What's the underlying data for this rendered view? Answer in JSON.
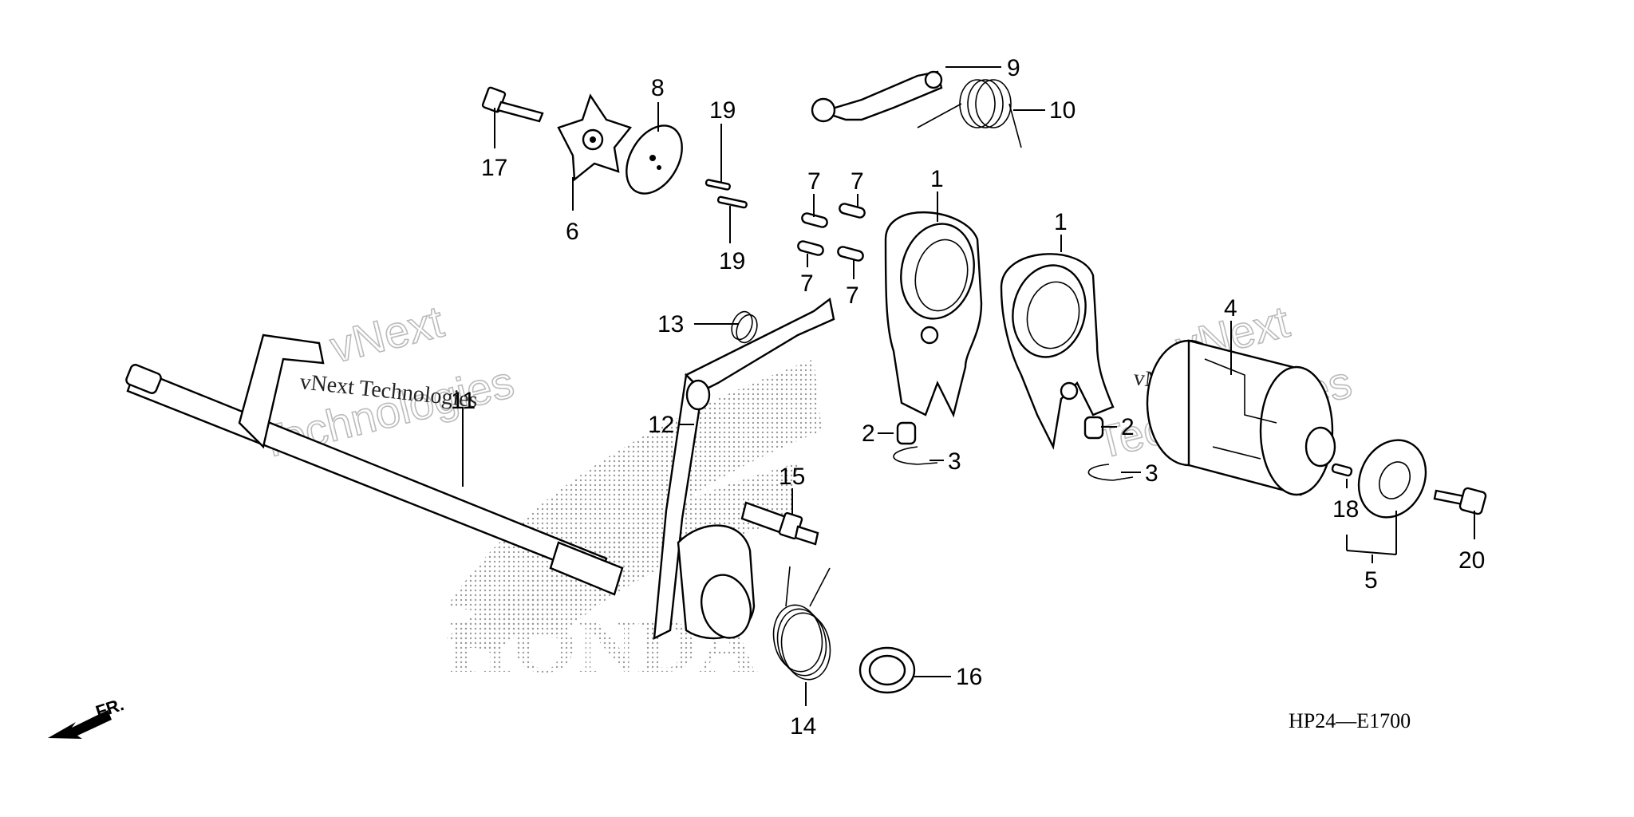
{
  "diagram_code": "HP24—E1700",
  "direction_label": "FR.",
  "brand_mark": "HONDA",
  "watermark": {
    "small": "vNext Technologies",
    "big_line1": "vNext",
    "big_line2": "Technologies"
  },
  "part_labels": [
    {
      "id": "p1a",
      "text": "1"
    },
    {
      "id": "p1b",
      "text": "1"
    },
    {
      "id": "p2a",
      "text": "2"
    },
    {
      "id": "p2b",
      "text": "2"
    },
    {
      "id": "p3a",
      "text": "3"
    },
    {
      "id": "p3b",
      "text": "3"
    },
    {
      "id": "p4",
      "text": "4"
    },
    {
      "id": "p5",
      "text": "5"
    },
    {
      "id": "p6",
      "text": "6"
    },
    {
      "id": "p7a",
      "text": "7"
    },
    {
      "id": "p7b",
      "text": "7"
    },
    {
      "id": "p7c",
      "text": "7"
    },
    {
      "id": "p7d",
      "text": "7"
    },
    {
      "id": "p8",
      "text": "8"
    },
    {
      "id": "p9",
      "text": "9"
    },
    {
      "id": "p10",
      "text": "10"
    },
    {
      "id": "p11",
      "text": "11"
    },
    {
      "id": "p12",
      "text": "12"
    },
    {
      "id": "p13",
      "text": "13"
    },
    {
      "id": "p14",
      "text": "14"
    },
    {
      "id": "p15",
      "text": "15"
    },
    {
      "id": "p16",
      "text": "16"
    },
    {
      "id": "p17",
      "text": "17"
    },
    {
      "id": "p18",
      "text": "18"
    },
    {
      "id": "p19a",
      "text": "19"
    },
    {
      "id": "p19b",
      "text": "19"
    },
    {
      "id": "p20",
      "text": "20"
    }
  ]
}
